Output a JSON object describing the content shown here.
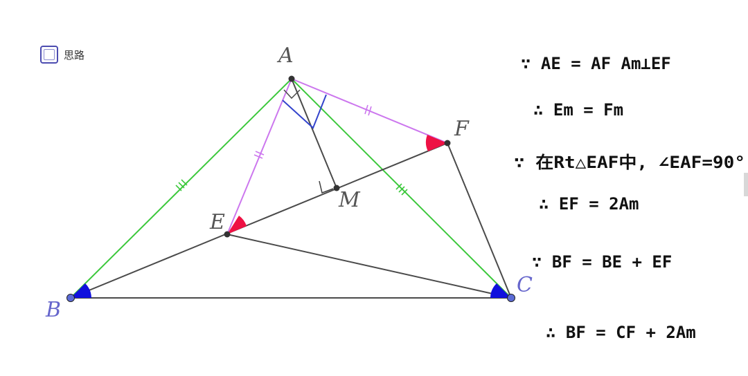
{
  "checkbox": {
    "label": "思路",
    "checked": false
  },
  "points": {
    "A": "A",
    "B": "B",
    "C": "C",
    "E": "E",
    "F": "F",
    "M": "M"
  },
  "colors": {
    "segment": "#4a4a4a",
    "green": "#3cc83c",
    "violet": "#cc77ee",
    "blue_label": "#6666cc",
    "angle_red": "#ee1144",
    "angle_blue": "#1111dd",
    "right_angle_blue": "#3344cc",
    "point_fill": "#333333",
    "vertex_fill": "#5b6bd6"
  },
  "notes": [
    "∵ AE = AF    Am⊥EF",
    "∴ Em = Fm",
    "∵ 在Rt△EAF中, ∠EAF=90°",
    "∴ EF = 2Am",
    "∵ BF = BE + EF",
    "∴ BF = CF + 2Am"
  ]
}
